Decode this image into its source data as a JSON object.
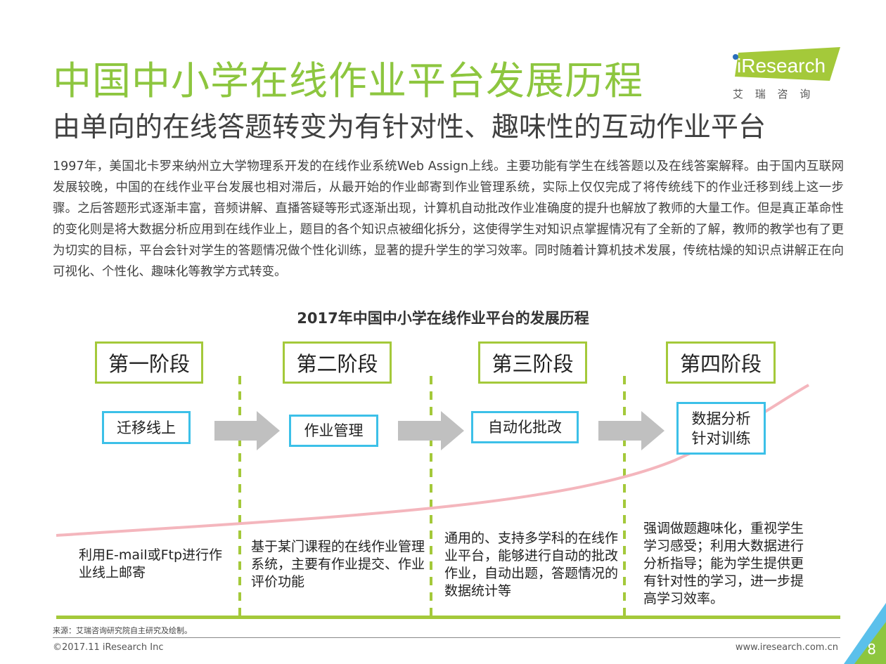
{
  "header": {
    "title": "中国中小学在线作业平台发展历程",
    "subtitle": "由单向的在线答题转变为有针对性、趣味性的互动作业平台"
  },
  "logo": {
    "brand": "iResearch",
    "cn": "艾 瑞 咨 询"
  },
  "body": {
    "paragraph": "1997年，美国北卡罗来纳州立大学物理系开发的在线作业系统Web Assign上线。主要功能有学生在线答题以及在线答案解释。由于国内互联网发展较晚，中国的在线作业平台发展也相对滞后，从最开始的作业邮寄到作业管理系统，实际上仅仅完成了将传统线下的作业迁移到线上这一步骤。之后答题形式逐渐丰富，音频讲解、直播答疑等形式逐渐出现，计算机自动批改作业准确度的提升也解放了教师的大量工作。但是真正革命性的变化则是将大数据分析应用到在线作业上，题目的各个知识点被细化拆分，这使得学生对知识点掌握情况有了全新的了解，教师的教学也有了更为切实的目标，平台会针对学生的答题情况做个性化训练，显著的提升学生的学习效率。同时随着计算机技术发展，传统枯燥的知识点讲解正在向可视化、个性化、趣味化等教学方式转变。"
  },
  "diagram": {
    "title": "2017年中国中小学在线作业平台的发展历程",
    "stages": [
      {
        "label": "第一阶段",
        "key": "迁移线上",
        "desc": "利用E-mail或Ftp进行作业线上邮寄"
      },
      {
        "label": "第二阶段",
        "key": "作业管理",
        "desc": "基于某门课程的在线作业管理系统，主要有作业提交、作业评价功能"
      },
      {
        "label": "第三阶段",
        "key": "自动化批改",
        "desc": "通用的、支持多学科的在线作业平台，能够进行自动的批改作业，自动出题，答题情况的数据统计等"
      },
      {
        "label": "第四阶段",
        "key": "数据分析针对训练",
        "desc": "强调做题趣味化，重视学生学习感受；利用大数据进行分析指导；能为学生提供更有针对性的学习，进一步提高学习效率。"
      }
    ]
  },
  "footer": {
    "source": "来源：艾瑞咨询研究院自主研究及绘制。",
    "copyright": "©2017.11 iResearch Inc",
    "site": "www.iresearch.com.cn",
    "page": "8"
  },
  "colors": {
    "green": "#8dc63f",
    "stage_border": "#a4c93a",
    "blue": "#3cc0e8",
    "curve": "#f4b6bd",
    "arrow": "#c0c0c0"
  }
}
